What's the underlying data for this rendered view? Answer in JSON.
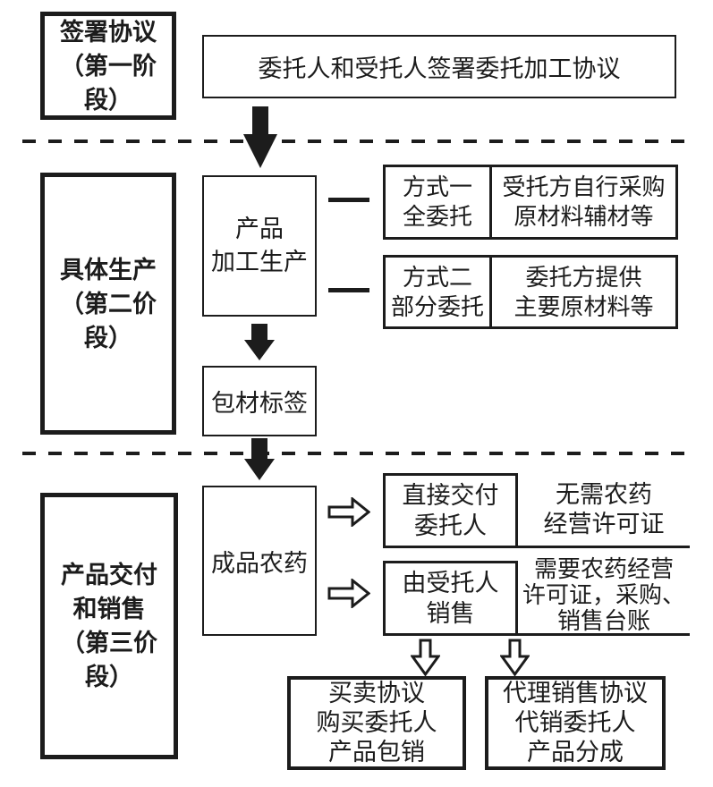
{
  "colors": {
    "ink": "#1c1c1c",
    "background": "#ffffff"
  },
  "stages": {
    "stage1": {
      "label_lines": [
        "签署协议",
        "（第一阶段）"
      ]
    },
    "stage2": {
      "label_lines": [
        "具体生产",
        "（第二价段）"
      ]
    },
    "stage3": {
      "label_lines": [
        "产品交付",
        "和销售",
        "（第三价段）"
      ]
    }
  },
  "boxes": {
    "agreement": {
      "text": "委托人和受托人签署委托加工协议"
    },
    "processing": {
      "lines": [
        "产品",
        "加工生产"
      ]
    },
    "packaging": {
      "text": "包材标签"
    },
    "finished_pesticide": {
      "text": "成品农药"
    },
    "method1": {
      "left_lines": [
        "方式一",
        "全委托"
      ],
      "right_lines": [
        "受托方自行采购",
        "原材料辅材等"
      ]
    },
    "method2": {
      "left_lines": [
        "方式二",
        "部分委托"
      ],
      "right_lines": [
        "委托方提供",
        "主要原材料等"
      ]
    },
    "deliver": {
      "box_lines": [
        "直接交付",
        "委托人"
      ],
      "note_lines": [
        "无需农药",
        "经营许可证"
      ]
    },
    "trustee_sale": {
      "box_lines": [
        "由受托人",
        "销售"
      ],
      "note_lines": [
        "需要农药经营",
        "许可证，采购、",
        "销售台账"
      ]
    },
    "buyout": {
      "lines": [
        "买卖协议",
        "购买委托人",
        "产品包销"
      ]
    },
    "agency": {
      "lines": [
        "代理销售协议",
        "代销委托人",
        "产品分成"
      ]
    }
  },
  "icons": {
    "solid_down_arrow": "solid black down arrow",
    "hollow_right_arrow": "outlined right block arrow",
    "hollow_down_arrow": "outlined down block arrow"
  }
}
